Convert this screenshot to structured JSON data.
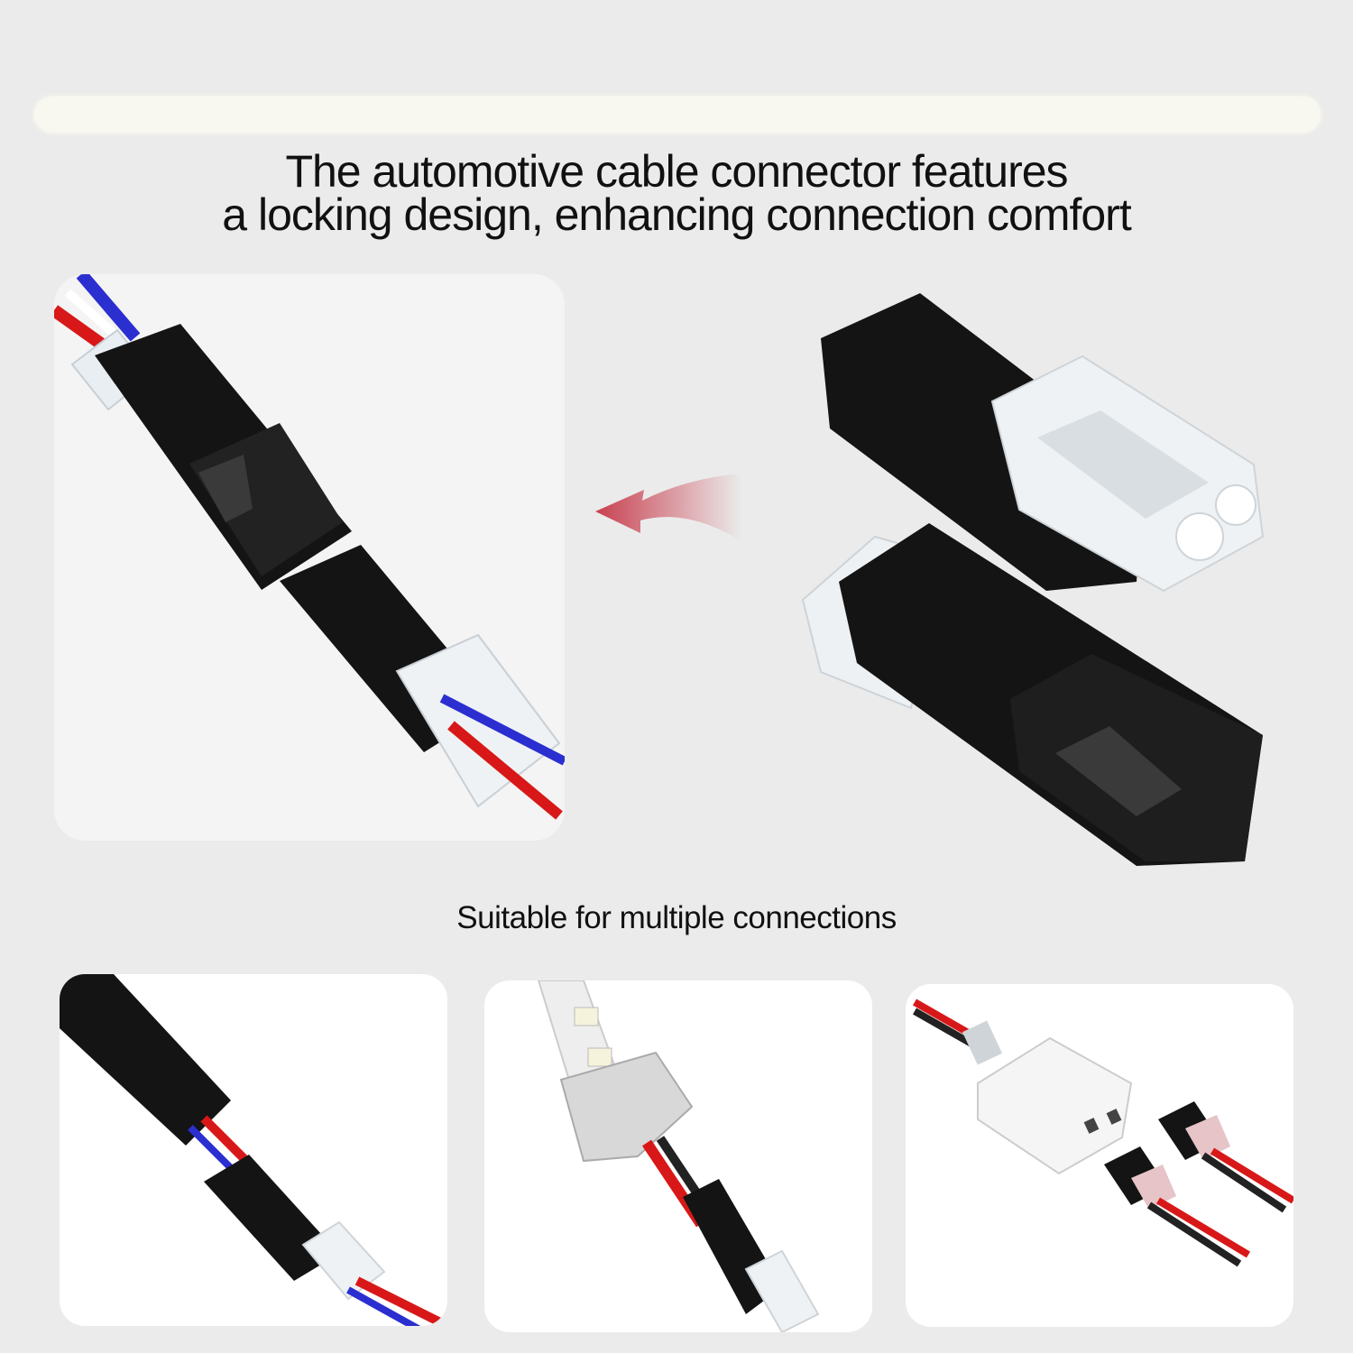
{
  "headline": {
    "line1": "The automotive cable connector features",
    "line2": "a locking design, enhancing connection comfort"
  },
  "subheading": "Suitable for multiple connections",
  "colors": {
    "background": "#ebebeb",
    "connector_black": "#111111",
    "wire_red": "#d81818",
    "wire_blue": "#2b2fd0",
    "arrow": "#d24b55"
  },
  "icons": {
    "arrow": "arrow-left-icon"
  }
}
